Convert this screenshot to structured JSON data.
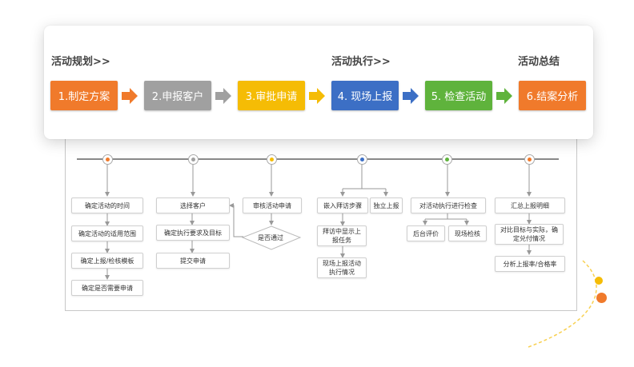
{
  "header": {
    "phase_plan": "活动规划>>",
    "phase_exec": "活动执行>>",
    "phase_summary": "活动总结",
    "steps": [
      {
        "label": "1.制定方案",
        "color": "#f07a2b"
      },
      {
        "label": "2.申报客户",
        "color": "#a0a0a0"
      },
      {
        "label": "3.审批申请",
        "color": "#f5bc05"
      },
      {
        "label": "4. 现场上报",
        "color": "#3c6fc5"
      },
      {
        "label": "5. 检查活动",
        "color": "#5fb33c"
      },
      {
        "label": "6.结案分析",
        "color": "#f07a2b"
      }
    ]
  },
  "timeline": {
    "node_colors": [
      "#f07a2b",
      "#a0a0a0",
      "#f5bc05",
      "#3c6fc5",
      "#5fb33c",
      "#f07a2b"
    ]
  },
  "columns": {
    "col1": [
      "确定活动的时间",
      "确定活动的适用范围",
      "确定上报/检核模板",
      "确定是否需要申请"
    ],
    "col2": [
      "选择客户",
      "确定执行要求及目标",
      "提交申请"
    ],
    "col3": {
      "review": "审核活动申请",
      "decision": "是否通过"
    },
    "col4": {
      "embed": "嵌入拜访步骤",
      "independent": "独立上报",
      "visit_show": "拜访中显示上报任务",
      "onsite": "现场上报活动执行情况"
    },
    "col5": {
      "check": "对活动执行进行检查",
      "eval": "后台评价",
      "inspect": "现场检核"
    },
    "col6": [
      "汇总上报明细",
      "对比目标与实际，确定兑付情况",
      "分析上报率/合格率"
    ]
  },
  "decor": {
    "dot1": "#f5bc05",
    "dot2": "#f07a2b"
  }
}
